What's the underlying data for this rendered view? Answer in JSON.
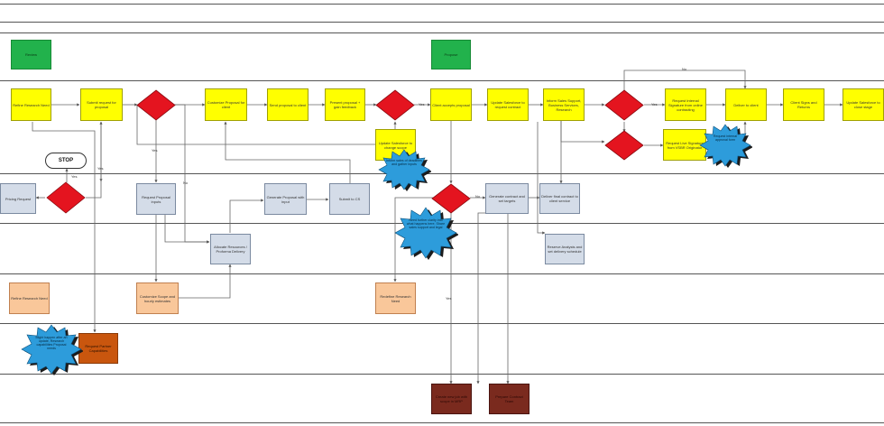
{
  "lanes_ref": "swimlanes",
  "stop_label": "STOP",
  "phases": {
    "p1": "Review",
    "p2": "Propose"
  },
  "yellow": {
    "y1": "Refine Research Need",
    "y2": "Submit request for proposal",
    "y3": "Customize Proposal for client",
    "y4": "Send proposal to client",
    "y5": "Present proposal + gain feedback",
    "y6": "Client accepts proposal",
    "y7": "Update Salesforce to request contract",
    "y8": "Inform Sales Support, Business Services, Research",
    "y9": "Request Internal Signature from online contracting",
    "y10": "Deliver to client",
    "y11": "Client Signs and Returns",
    "y12": "Update Salesforce to close stage",
    "y13": "Request Live Signature from VSBR Originator",
    "y14": "Update Salesforce to change scope"
  },
  "grey": {
    "g1": "Pricing Request",
    "g2": "Request Proposal inputs",
    "g3": "Generate Proposal with input",
    "g4": "Submit to CS",
    "g5": "Allocate Resources / Proforma Delivery",
    "g6": "Generate contract and set targets",
    "g7": "Deliver final contract to client service",
    "g8": "Reserve Analysts and set delivery schedule"
  },
  "orange": {
    "o1": "Refine Research Need",
    "o2": "Customize Scope and hourly estimates",
    "o3": "Redefine Research Need"
  },
  "dark": {
    "d1": "Request Partner Capabilities",
    "m1": "Create new job with scope in MRP",
    "m2": "Prepare Contract Team"
  },
  "bursts": {
    "b1": "Inform sales of deadlines and gather inputs",
    "b2": "Need further clarity into what happens here. Share sales support and legal",
    "b3": "Request internal approval form",
    "b4": "Might happen after an update, Research capabilities Proposal needs"
  },
  "edge_labels": {
    "yes": "Yes",
    "no": "No"
  }
}
